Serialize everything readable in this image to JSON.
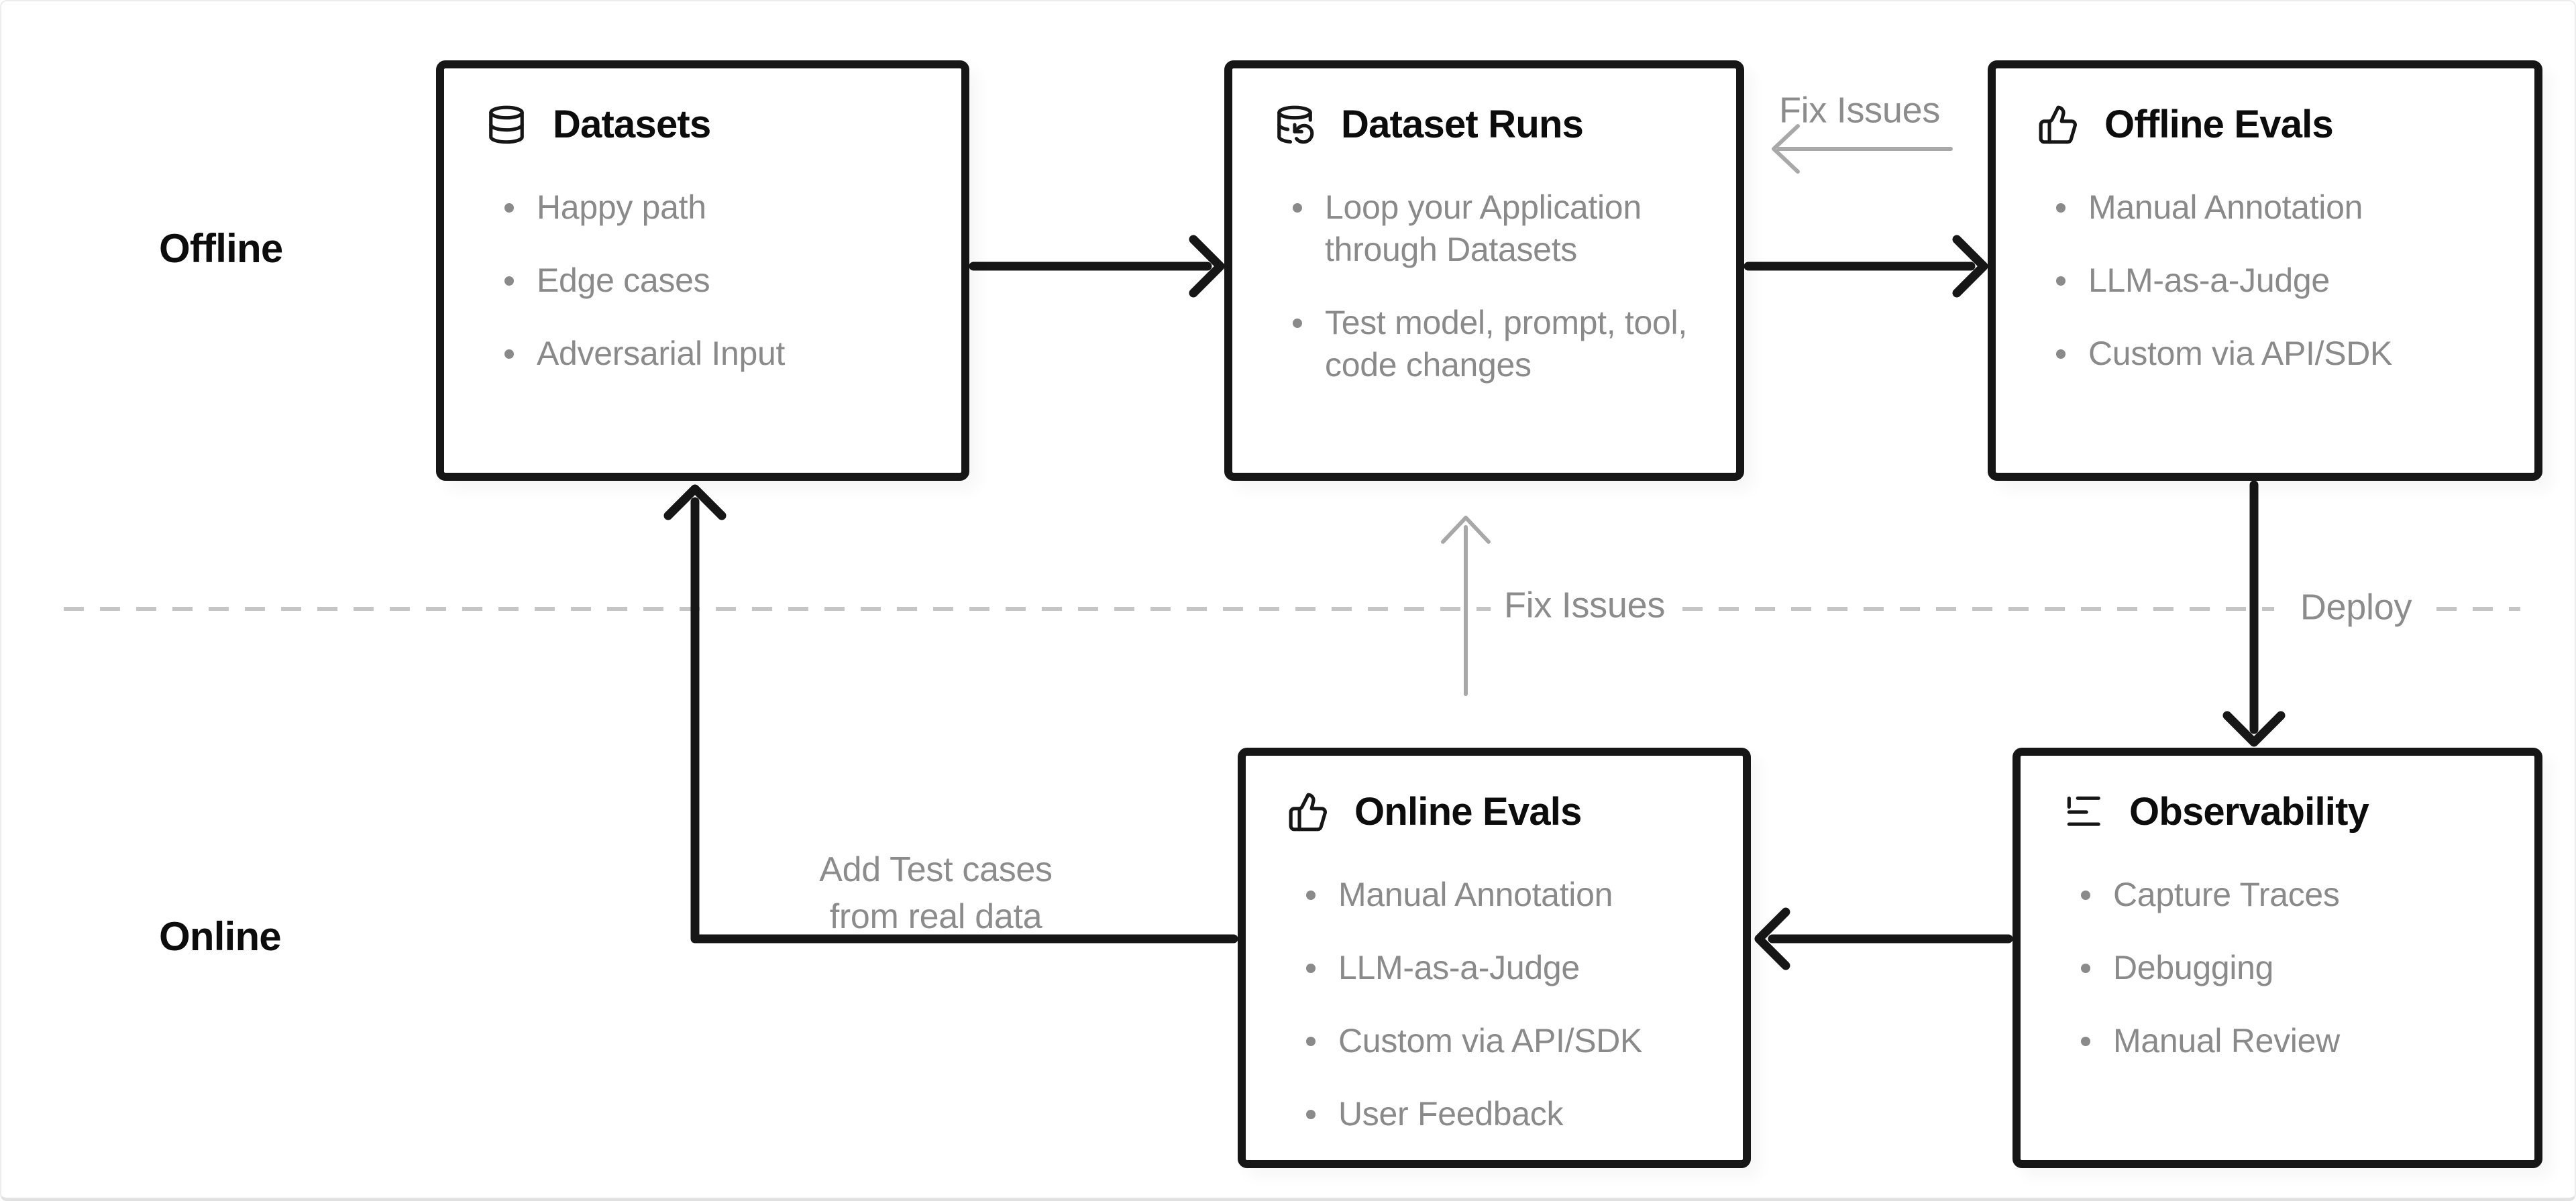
{
  "diagram": {
    "lanes": {
      "offline": "Offline",
      "online": "Online"
    },
    "nodes": [
      {
        "id": "datasets",
        "icon": "database-icon",
        "title": "Datasets",
        "items": [
          "Happy path",
          "Edge cases",
          "Adversarial Input"
        ]
      },
      {
        "id": "dataset-runs",
        "icon": "database-backup-icon",
        "title": "Dataset Runs",
        "items": [
          "Loop your Application through Datasets",
          "Test model, prompt, tool, code changes"
        ]
      },
      {
        "id": "offline-evals",
        "icon": "thumbs-up-icon",
        "title": "Offline Evals",
        "items": [
          "Manual Annotation",
          "LLM-as-a-Judge",
          "Custom via API/SDK"
        ]
      },
      {
        "id": "online-evals",
        "icon": "thumbs-up-icon",
        "title": "Online Evals",
        "items": [
          "Manual Annotation",
          "LLM-as-a-Judge",
          "Custom via API/SDK",
          "User Feedback"
        ]
      },
      {
        "id": "observability",
        "icon": "trace-logs-icon",
        "title": "Observability",
        "items": [
          "Capture Traces",
          "Debugging",
          "Manual Review"
        ]
      }
    ],
    "edge_labels": {
      "fix_issues_top": "Fix Issues",
      "fix_issues_mid": "Fix Issues",
      "deploy": "Deploy",
      "add_test_cases": "Add Test cases\nfrom real data"
    },
    "colors": {
      "node_border": "#161616",
      "muted_text": "#8a8a8a",
      "arrow_black": "#161616",
      "arrow_gray": "#a8a8a8",
      "dashed_line": "#c5c5c5"
    }
  }
}
